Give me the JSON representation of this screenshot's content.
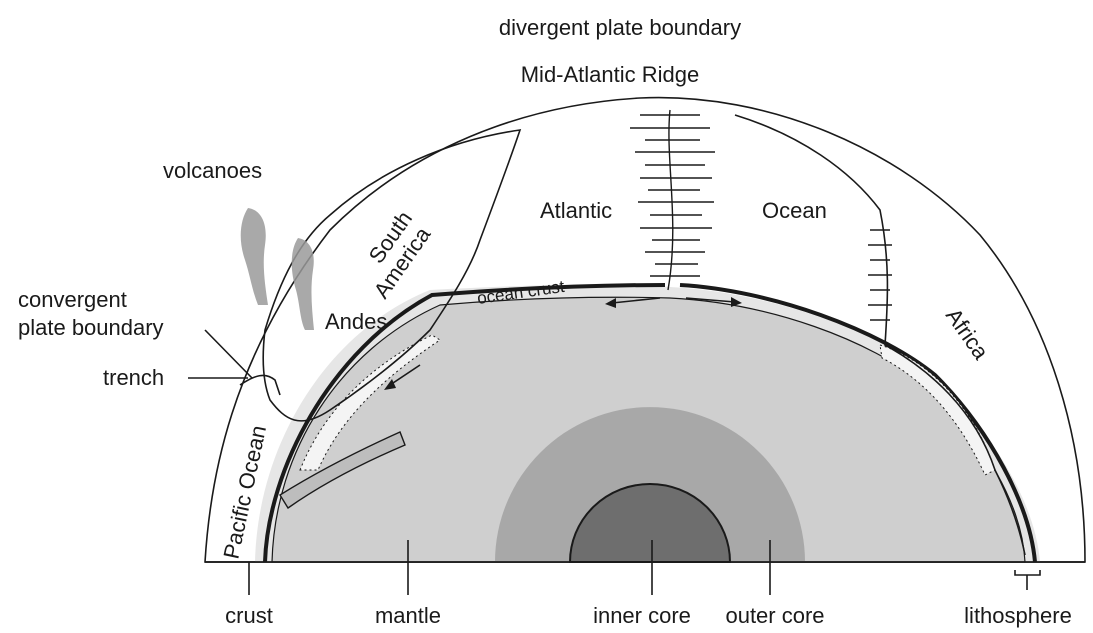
{
  "labels": {
    "divergent": "divergent plate boundary",
    "ridge": "Mid-Atlantic Ridge",
    "volcanoes": "volcanoes",
    "convergent_line1": "convergent",
    "convergent_line2": "plate boundary",
    "trench": "trench",
    "south": "South",
    "america": "America",
    "andes": "Andes",
    "atlantic": "Atlantic",
    "ocean": "Ocean",
    "ocean_crust": "ocean crust",
    "africa": "Africa",
    "pacific": "Pacific Ocean",
    "crust": "crust",
    "mantle": "mantle",
    "inner_core": "inner core",
    "outer_core": "outer core",
    "lithosphere": "lithosphere"
  },
  "colors": {
    "ink": "#1a1a1a",
    "mantle": "#cfcfcf",
    "outer_core": "#a8a8a8",
    "inner_core": "#6e6e6e",
    "lithosphere": "#e6e6e6",
    "volcano_plume": "#9a9a9a"
  }
}
